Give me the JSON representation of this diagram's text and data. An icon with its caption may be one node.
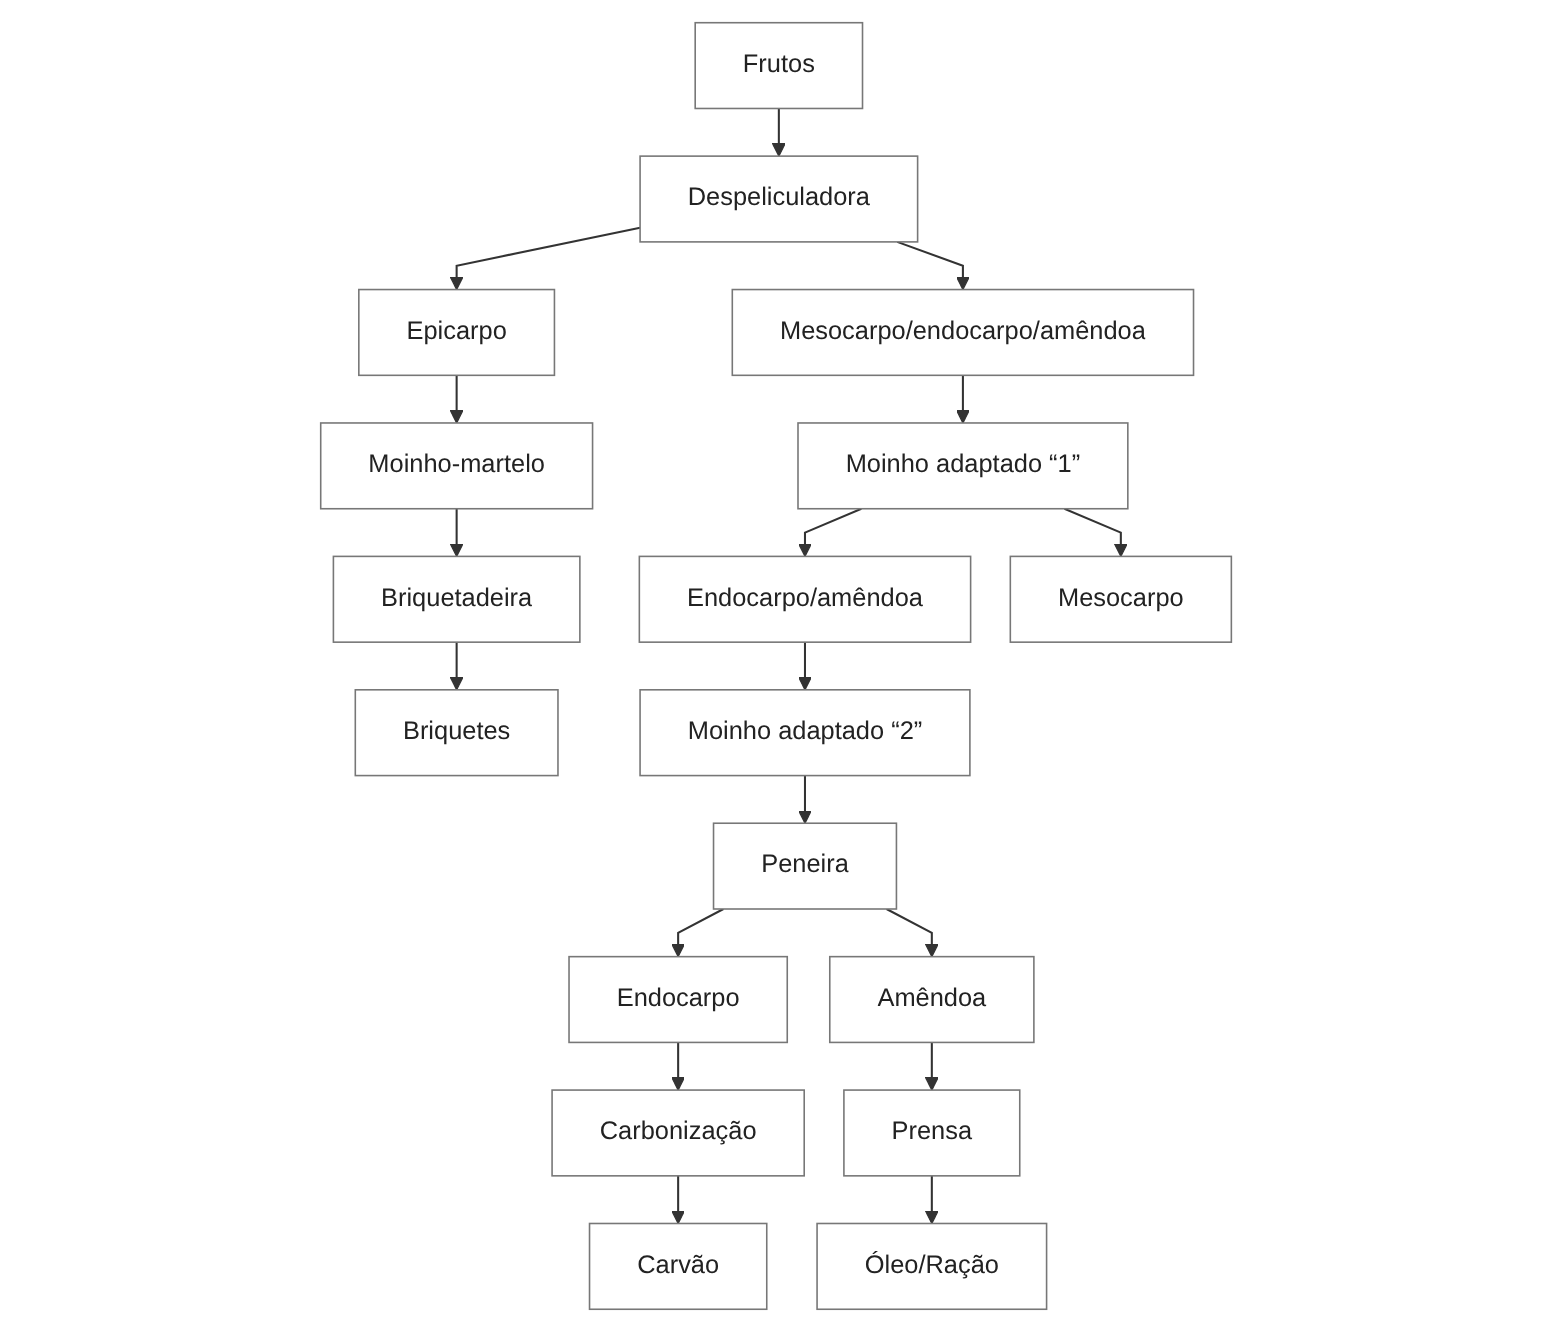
{
  "diagram": {
    "nodes": [
      {
        "text": [
          "Frutos"
        ]
      },
      {
        "text": [
          "Despeliculadora"
        ]
      },
      {
        "text": [
          "Epicarpo"
        ]
      },
      {
        "text": [
          "Mesocarpo/endocarpo/amêndoa"
        ]
      },
      {
        "text": [
          "Moinho-martelo"
        ]
      },
      {
        "text": [
          "Moinho adaptado “1”"
        ]
      },
      {
        "text": [
          "Briquetadeira"
        ]
      },
      {
        "text": [
          "Endocarpo/amêndoa"
        ]
      },
      {
        "text": [
          "Mesocarpo"
        ]
      },
      {
        "text": [
          "Briquetes"
        ]
      },
      {
        "text": [
          "Moinho adaptado “2”"
        ]
      },
      {
        "text": [
          "Peneira"
        ]
      },
      {
        "text": [
          "Carbonização"
        ]
      },
      {
        "text": [
          "Endocarpo"
        ]
      },
      {
        "text": [
          "Amêndoa"
        ]
      },
      {
        "text": [
          "Prensa"
        ]
      },
      {
        "text": [
          "Carvão"
        ]
      },
      {
        "text": [
          "Óleo/Ração"
        ]
      }
    ],
    "edges": [
      {
        "from": 0,
        "to": 1,
        "arrow": "to"
      },
      {
        "from": 1,
        "to": 2,
        "arrow": "to"
      },
      {
        "from": 1,
        "to": 3,
        "arrow": "to"
      },
      {
        "from": 2,
        "to": 4,
        "arrow": "to"
      },
      {
        "from": 4,
        "to": 6,
        "arrow": "to"
      },
      {
        "from": 6,
        "to": 9,
        "arrow": "to"
      },
      {
        "from": 3,
        "to": 5,
        "arrow": "to"
      },
      {
        "from": 5,
        "to": 7,
        "arrow": "to"
      },
      {
        "from": 5,
        "to": 8,
        "arrow": "to"
      },
      {
        "from": 7,
        "to": 10,
        "arrow": "to"
      },
      {
        "from": 10,
        "to": 11,
        "arrow": "to"
      },
      {
        "from": 11,
        "to": 13,
        "arrow": "to"
      },
      {
        "from": 11,
        "to": 14,
        "arrow": "to"
      },
      {
        "from": 13,
        "to": 12,
        "arrow": "to"
      },
      {
        "from": 14,
        "to": 15,
        "arrow": "to"
      },
      {
        "from": 12,
        "to": 16,
        "arrow": "to"
      },
      {
        "from": 15,
        "to": 17,
        "arrow": "to"
      }
    ]
  }
}
